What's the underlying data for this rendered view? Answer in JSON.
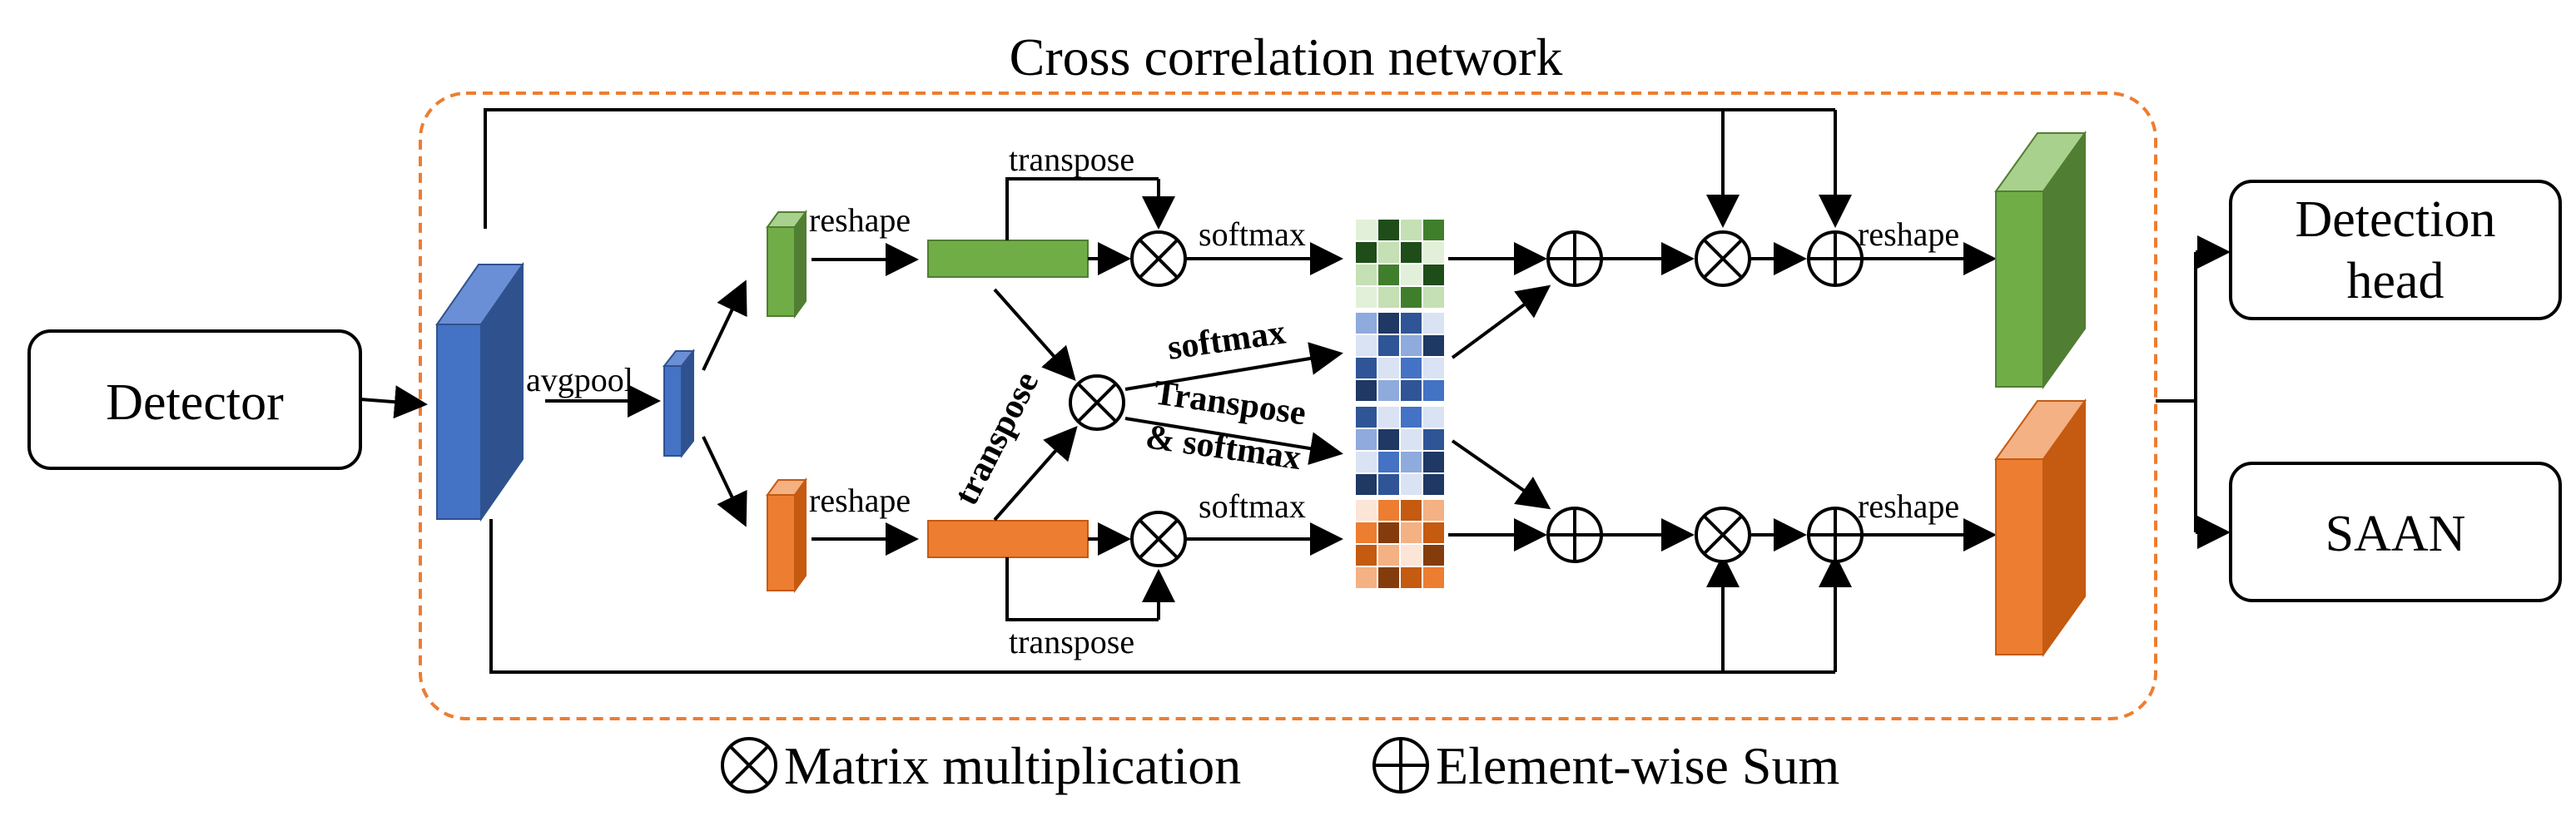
{
  "title": "Cross correlation network",
  "boxes": {
    "detector": "Detector",
    "detection_head": "Detection head",
    "saan": "SAAN"
  },
  "labels": {
    "avgpool": "avgpool",
    "reshape_top": "reshape",
    "reshape_bottom": "reshape",
    "reshape_out_top": "reshape",
    "reshape_out_bottom": "reshape",
    "transpose_top": "transpose",
    "transpose_bottom": "transpose",
    "transpose_diag": "transpose",
    "softmax_top": "softmax",
    "softmax_bottom": "softmax",
    "softmax_mid": "softmax",
    "transpose_softmax_1": "Transpose",
    "transpose_softmax_2": "& softmax"
  },
  "legend": {
    "matmul": "Matrix multiplication",
    "sum": "Element-wise Sum"
  },
  "colors": {
    "blue": "#4472c4",
    "green": "#70ad47",
    "orange": "#ed7d31",
    "container_border": "#ed7d31"
  },
  "symbols": {
    "matmul": "circle-times-icon",
    "sum": "circle-plus-icon"
  }
}
